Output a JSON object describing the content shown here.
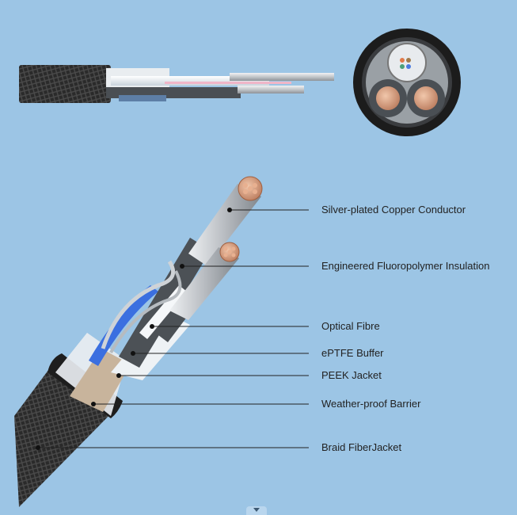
{
  "diagram": {
    "callouts": [
      {
        "id": "silver-plated-copper-conductor",
        "label": "Silver-plated Copper Conductor"
      },
      {
        "id": "engineered-fluoropolymer-insulation",
        "label": "Engineered Fluoropolymer Insulation"
      },
      {
        "id": "optical-fibre",
        "label": "Optical Fibre"
      },
      {
        "id": "eptfe-buffer",
        "label": "ePTFE Buffer"
      },
      {
        "id": "peek-jacket",
        "label": "PEEK Jacket"
      },
      {
        "id": "weather-proof-barrier",
        "label": "Weather-proof Barrier"
      },
      {
        "id": "braid-fiber-jacket",
        "label": "Braid FiberJacket"
      }
    ],
    "colors": {
      "background": "#9cc5e5",
      "braid": "#2b2b2b",
      "copper": "#d49a78",
      "insulation": "#555a5e",
      "conductor": "#c9ccd0",
      "fibre_buffer": "#e8edf1",
      "fibre_blue": "#3b6fe0",
      "peek": "#c8b49c"
    },
    "scroll_indicator_icon": "chevron-down-icon"
  }
}
